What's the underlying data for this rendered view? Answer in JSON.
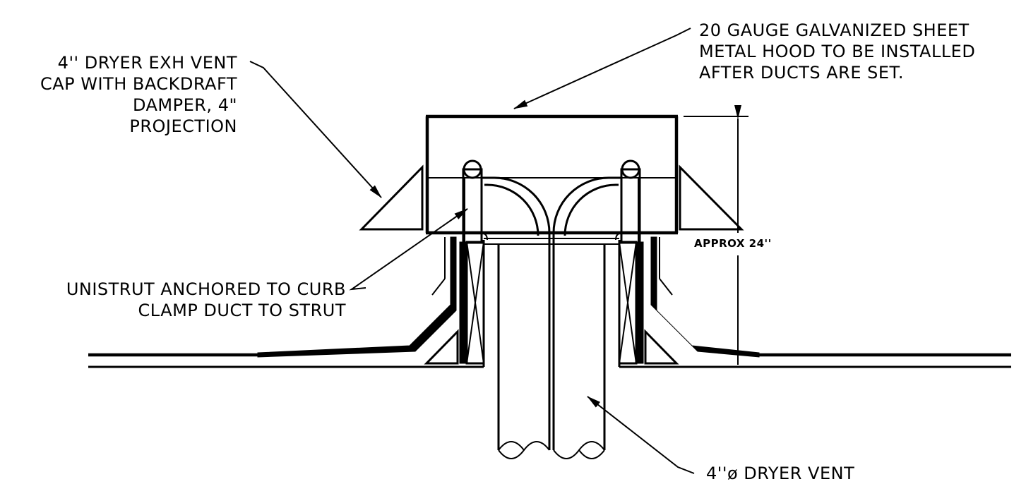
{
  "labels": {
    "hood_note": [
      "20 GAUGE GALVANIZED SHEET",
      "METAL HOOD TO BE INSTALLED",
      "AFTER DUCTS ARE SET."
    ],
    "vent_cap_note": [
      "4'' DRYER EXH VENT",
      "CAP WITH BACKDRAFT",
      "DAMPER, 4\"",
      "PROJECTION"
    ],
    "unistrut_note": [
      "UNISTRUT ANCHORED TO CURB",
      "CLAMP DUCT TO STRUT"
    ],
    "dimension": "APPROX 24''",
    "dryer_vent_note": "4''ø DRYER VENT"
  },
  "colors": {
    "line": "#000000",
    "background": "#ffffff"
  }
}
